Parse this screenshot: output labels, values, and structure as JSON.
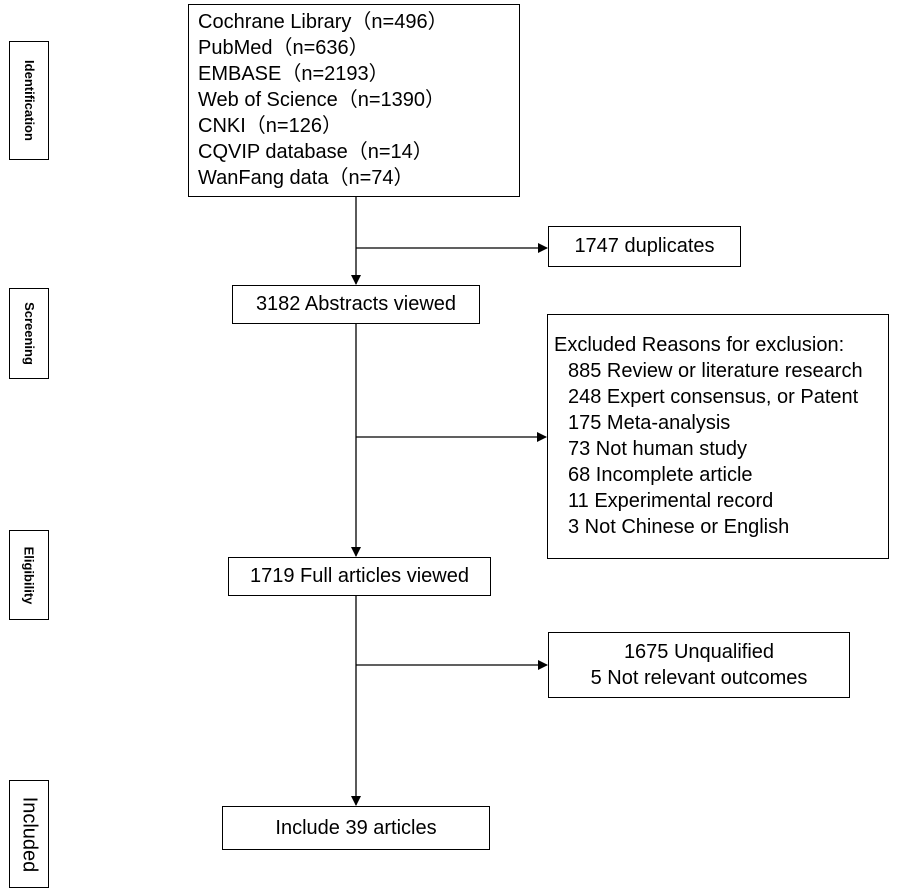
{
  "stages": {
    "identification": "Identification",
    "screening": "Screening",
    "eligibility": "Eligibility",
    "included": "Included"
  },
  "sources": [
    "Cochrane Library（n=496）",
    "PubMed（n=636）",
    "EMBASE（n=2193）",
    "Web of Science（n=1390）",
    "CNKI（n=126）",
    "CQVIP database（n=14）",
    "WanFang data（n=74）"
  ],
  "duplicates": "1747 duplicates",
  "abstracts": "3182 Abstracts viewed",
  "exclusion": {
    "heading": "Excluded Reasons for exclusion:",
    "reasons": [
      "885 Review or literature research",
      "248 Expert consensus, or Patent",
      "175 Meta-analysis",
      "73 Not human study",
      "68 Incomplete article",
      "11 Experimental record",
      "3 Not Chinese or English"
    ]
  },
  "full_articles": "1719 Full articles viewed",
  "unqualified": {
    "line1": "1675 Unqualified",
    "line2": "5  Not relevant outcomes"
  },
  "included_articles": "Include 39 articles"
}
